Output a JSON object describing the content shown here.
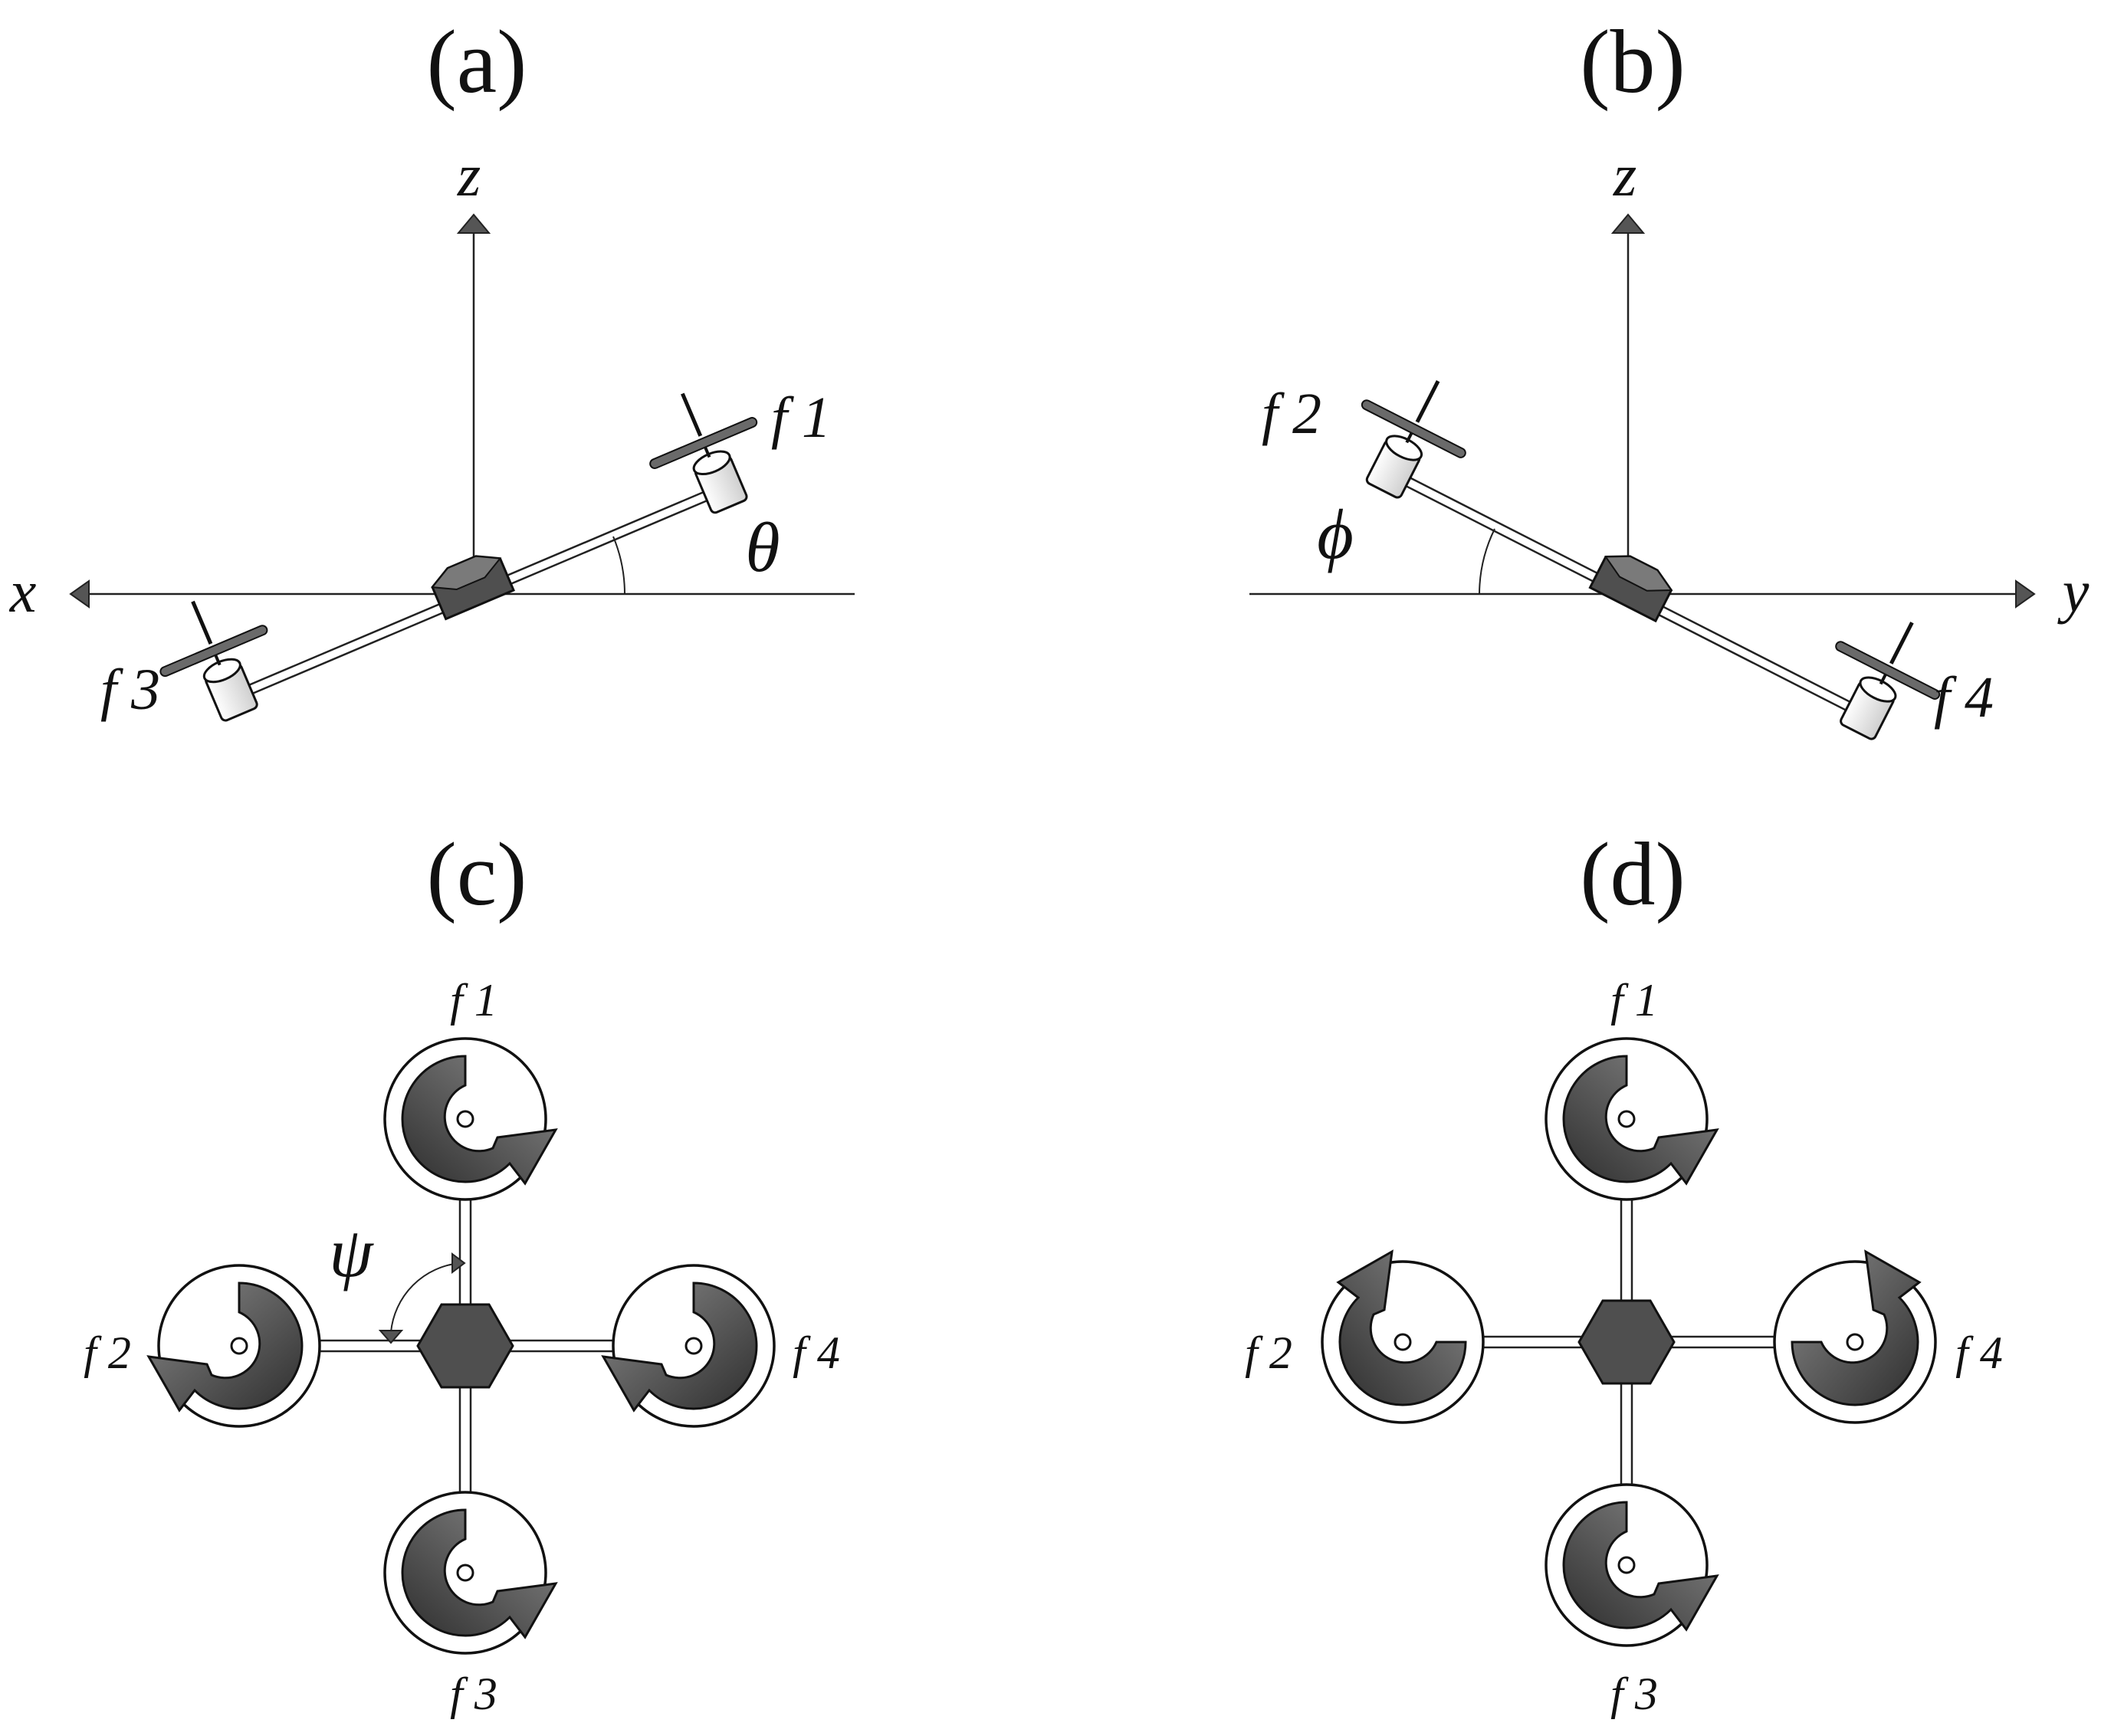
{
  "panels": {
    "a": {
      "label": "(a)",
      "axis_horizontal": "x",
      "axis_vertical": "z",
      "angle_symbol": "θ",
      "force_right": "f 1",
      "force_left": "f 3"
    },
    "b": {
      "label": "(b)",
      "axis_horizontal": "y",
      "axis_vertical": "z",
      "angle_symbol": "ϕ",
      "force_left": "f 2",
      "force_right": "f 4"
    },
    "c": {
      "label": "(c)",
      "angle_symbol": "ψ",
      "rotor_top": "f 1",
      "rotor_left": "f 2",
      "rotor_right": "f 4",
      "rotor_bottom": "f 3"
    },
    "d": {
      "label": "(d)",
      "rotor_top": "f 1",
      "rotor_left": "f 2",
      "rotor_right": "f 4",
      "rotor_bottom": "f 3"
    }
  },
  "colors": {
    "ink": "#111111",
    "hub": "#4f4f4f",
    "arrow_light": "#8a8a8a",
    "arrow_dark": "#2e2e2e"
  }
}
